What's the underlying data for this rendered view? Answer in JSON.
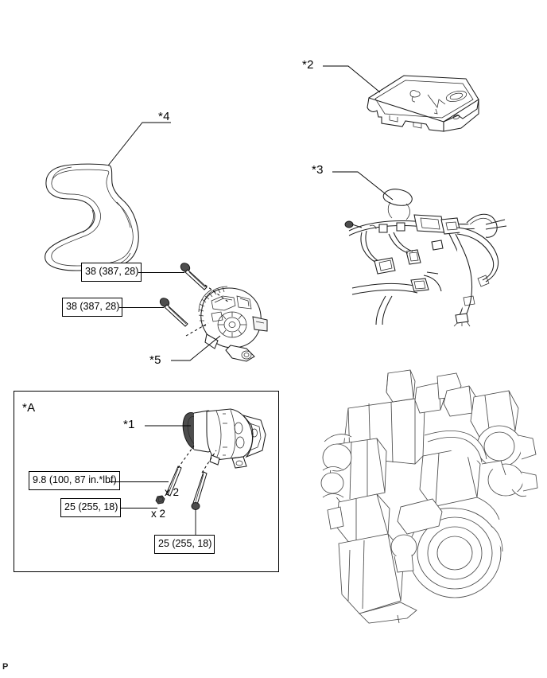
{
  "page": {
    "mark": "P"
  },
  "callouts": {
    "belt": "*4",
    "engine_cover": "*2",
    "wire_harness": "*3",
    "alternator": "*5",
    "compressor": "*1",
    "panel": "*A"
  },
  "torque_specs": {
    "alternator_bolt_upper": "38 (387, 28)",
    "alternator_bolt_lower": "38 (387, 28)",
    "compressor_bracket_bolt": "9.8 (100, 87 in.*lbf)",
    "compressor_nut": "25 (255, 18)",
    "compressor_bolt": "25 (255, 18)"
  },
  "quantities": {
    "bracket_bolt_qty": "x 2",
    "nut_qty": "x 2"
  },
  "colors": {
    "line": "#1a1a1a",
    "engine_line": "#4a4a4a",
    "pulley_dark": "#4d4d4d",
    "background": "#ffffff"
  }
}
